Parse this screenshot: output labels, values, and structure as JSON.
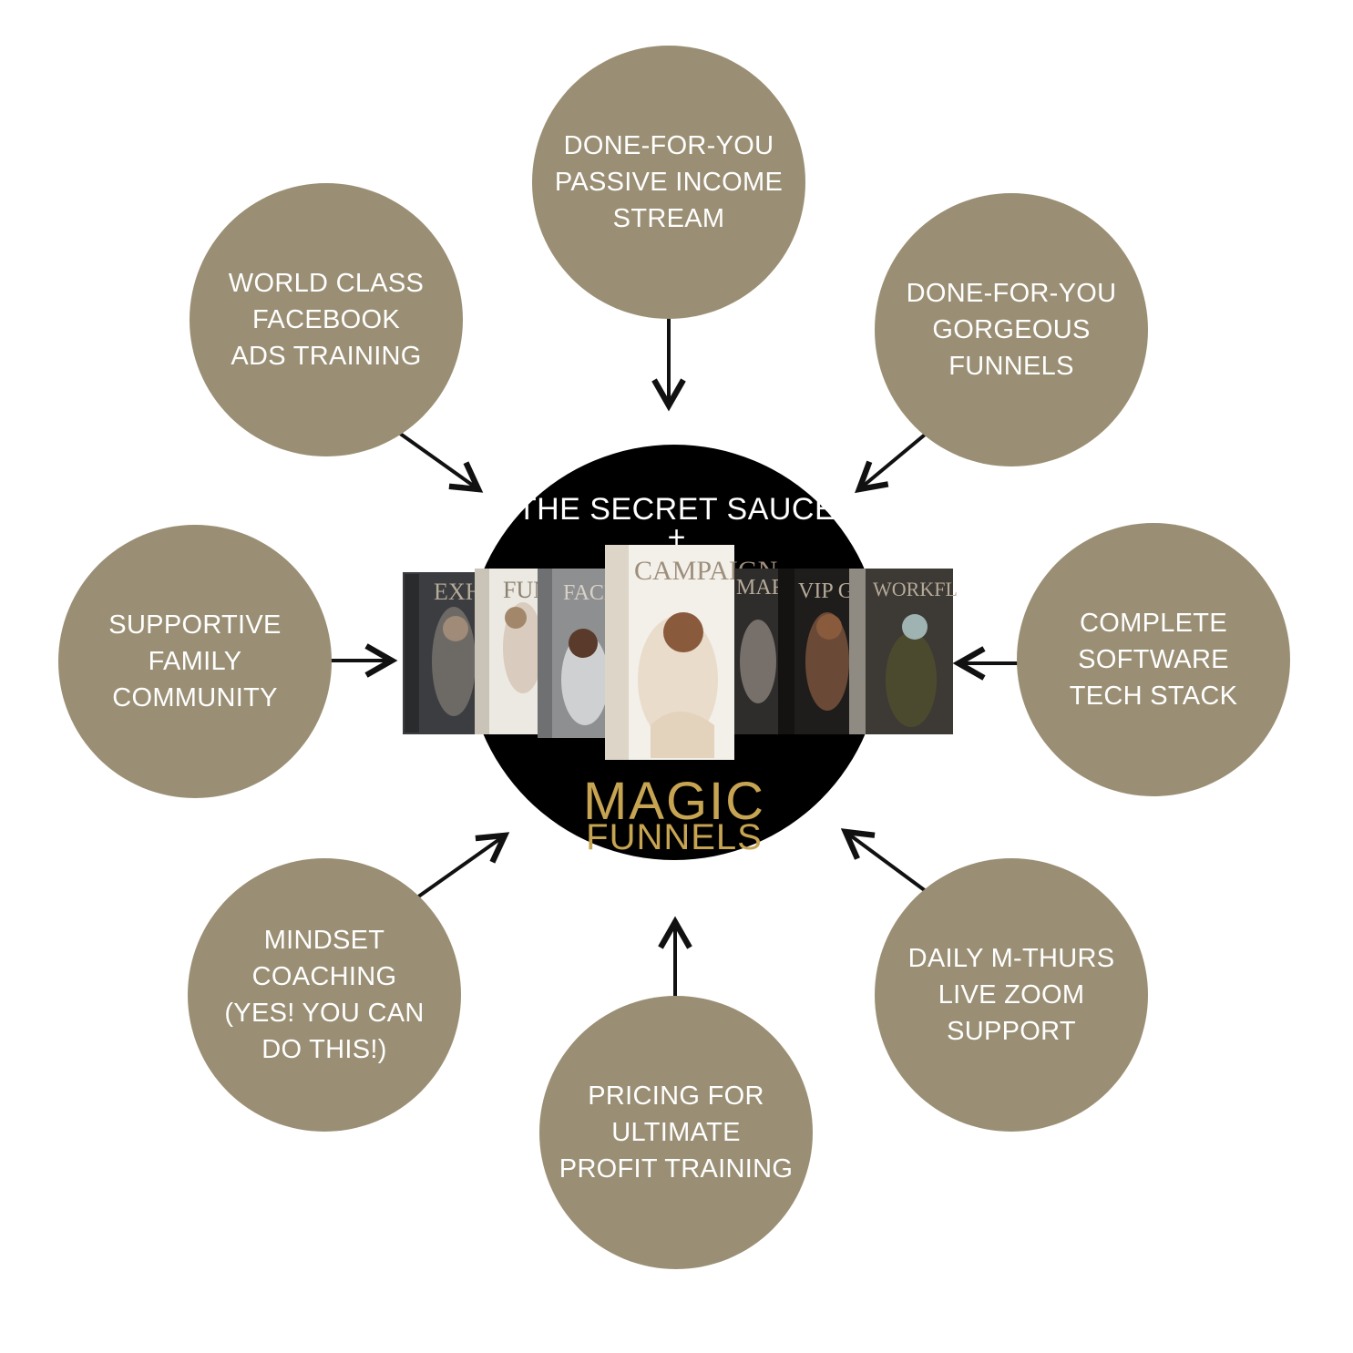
{
  "colors": {
    "node_fill": "#9a8f74",
    "node_text": "#ffffff",
    "hub_fill": "#000000",
    "arrow": "#111111",
    "brand_gold": "#c7a452"
  },
  "hub": {
    "title": "THE SECRET SAUCE",
    "plus": "+",
    "brand_line1": "MAGIC",
    "brand_line2": "FUNNELS",
    "product_boxes": [
      {
        "label": "EXHIBIT"
      },
      {
        "label": "FUNNEL"
      },
      {
        "label": "FACEBOOK"
      },
      {
        "label": "CAMPAIGN"
      },
      {
        "label": "MARKET"
      },
      {
        "label": "VIP GROUP"
      },
      {
        "label": "WORKFLOW"
      }
    ]
  },
  "nodes": [
    {
      "id": "top",
      "lines": [
        "DONE-FOR-YOU",
        "PASSIVE INCOME",
        "STREAM"
      ]
    },
    {
      "id": "top-left",
      "lines": [
        "WORLD CLASS",
        "FACEBOOK",
        "ADS TRAINING"
      ]
    },
    {
      "id": "top-right",
      "lines": [
        "DONE-FOR-YOU",
        "GORGEOUS",
        "FUNNELS"
      ]
    },
    {
      "id": "left",
      "lines": [
        "SUPPORTIVE",
        "FAMILY",
        "COMMUNITY"
      ]
    },
    {
      "id": "right",
      "lines": [
        "COMPLETE",
        "SOFTWARE",
        "TECH STACK"
      ]
    },
    {
      "id": "bottom-left",
      "lines": [
        "MINDSET",
        "COACHING",
        "(YES! YOU CAN",
        "DO THIS!)"
      ]
    },
    {
      "id": "bottom",
      "lines": [
        "PRICING FOR",
        "ULTIMATE",
        "PROFIT TRAINING"
      ]
    },
    {
      "id": "bottom-right",
      "lines": [
        "DAILY M-THURS",
        "LIVE ZOOM",
        "SUPPORT"
      ]
    }
  ]
}
